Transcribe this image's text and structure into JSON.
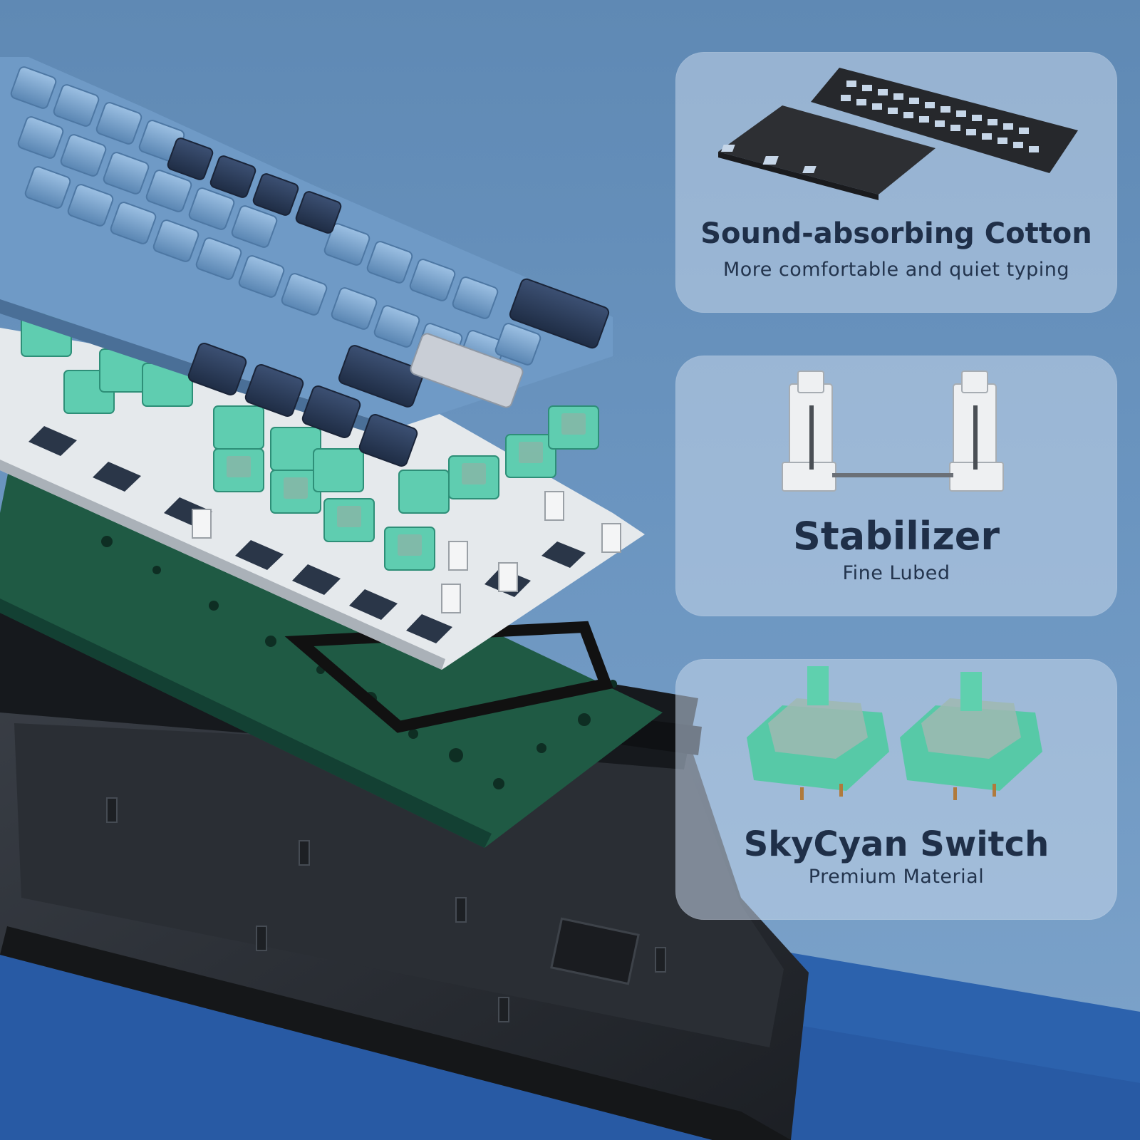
{
  "features": [
    {
      "title": "Sound-absorbing Cotton",
      "subtitle": "More comfortable and quiet typing",
      "icon": "sound-absorbing-cotton-icon"
    },
    {
      "title": "Stabilizer",
      "subtitle": "Fine Lubed",
      "icon": "stabilizer-icon"
    },
    {
      "title": "SkyCyan Switch",
      "subtitle": "Premium Material",
      "icon": "switch-icon"
    }
  ],
  "colors": {
    "background": "#6b95c0",
    "keycap_light": "#7fa9d3",
    "keycap_dark": "#2c3e5e",
    "switch": "#5fcdb0",
    "pcb": "#1f5a44",
    "case": "#2f343b",
    "plate": "#e8ecef",
    "text": "#1f2f48"
  }
}
